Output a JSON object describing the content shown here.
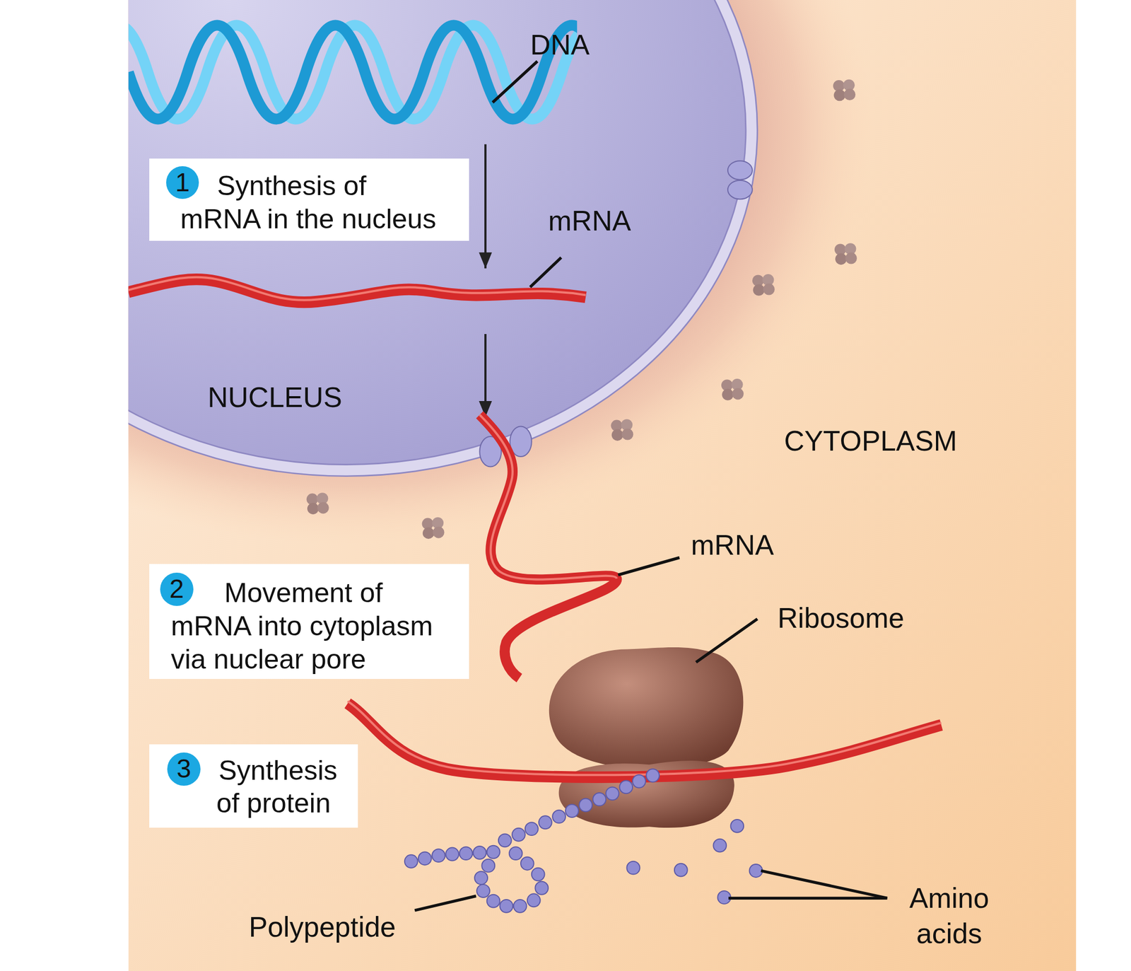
{
  "diagram": {
    "nodes": [
      {
        "text": [
          "Synthesis of mRNA in the nucleus"
        ]
      },
      {
        "text": [
          "1"
        ],
        "in": 0
      },
      {
        "text": [
          "Movement of mRNA into cytoplasm via nuclear pore"
        ]
      },
      {
        "text": [
          "2"
        ],
        "in": 2
      },
      {
        "text": [
          "Synthesis of protein"
        ]
      },
      {
        "text": [
          "3"
        ],
        "in": 4
      }
    ],
    "labels": [
      "DNA",
      "mRNA",
      "NUCLEUS",
      "CYTOPLASM",
      "mRNA",
      "Ribosome",
      "Amino acids",
      "Polypeptide"
    ]
  }
}
